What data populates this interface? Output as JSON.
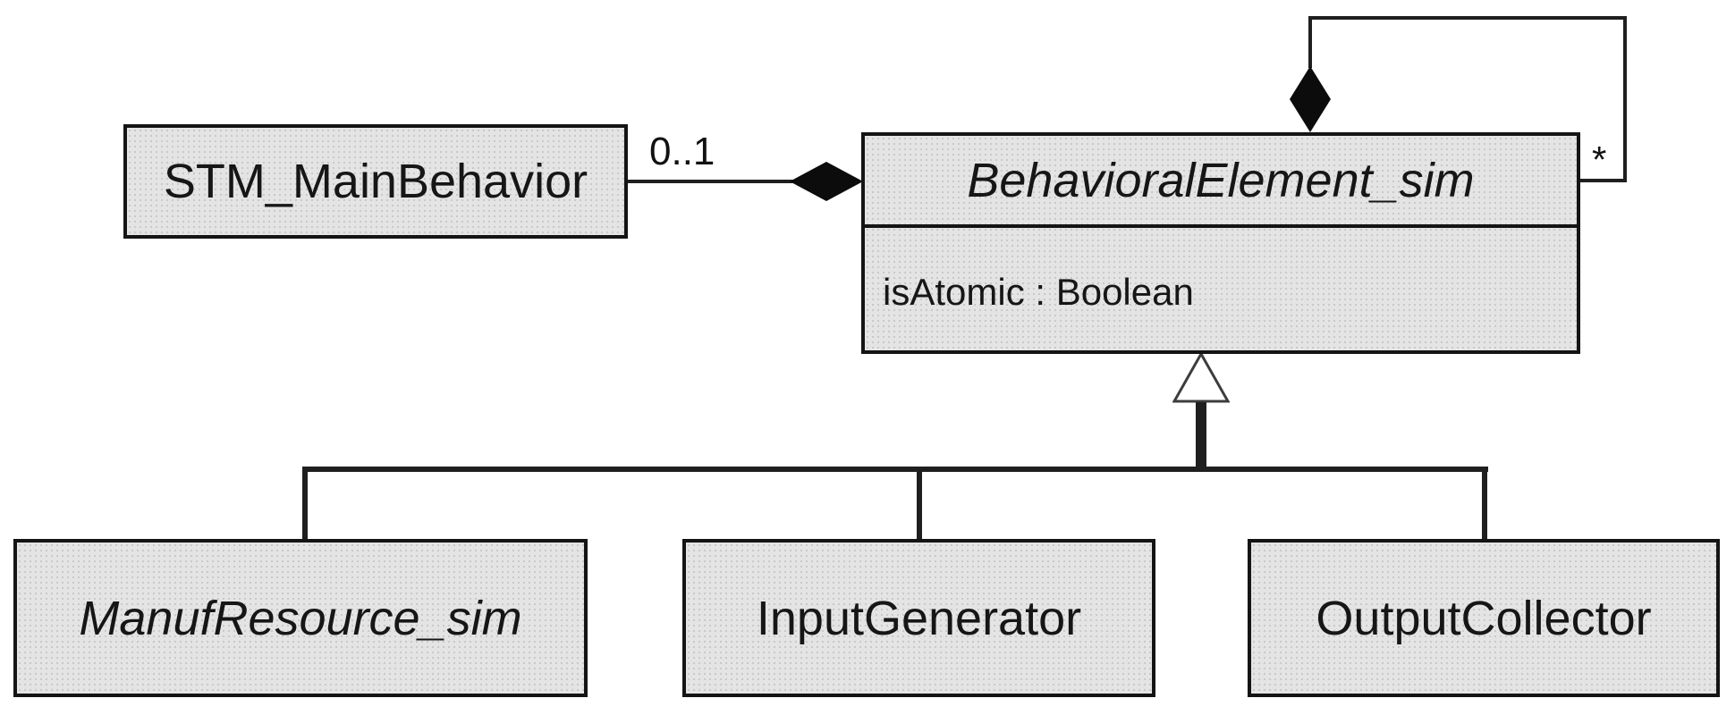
{
  "diagram": {
    "type": "uml-class-diagram",
    "classes": {
      "stm": {
        "name": "STM_MainBehavior",
        "abstract": false
      },
      "behavioral": {
        "name": "BehavioralElement_sim",
        "abstract": true,
        "attribute": "isAtomic : Boolean"
      },
      "manuf": {
        "name": "ManufResource_sim",
        "abstract": true
      },
      "input": {
        "name": "InputGenerator",
        "abstract": false
      },
      "output": {
        "name": "OutputCollector",
        "abstract": false
      }
    },
    "relationships": {
      "main_composition": {
        "type": "composition",
        "from": "STM_MainBehavior",
        "to": "BehavioralElement_sim",
        "multiplicity": "0..1"
      },
      "self_composition": {
        "type": "composition",
        "from": "BehavioralElement_sim",
        "to": "BehavioralElement_sim",
        "multiplicity": "*"
      },
      "generalization": {
        "type": "generalization",
        "parent": "BehavioralElement_sim",
        "children": [
          "ManufResource_sim",
          "InputGenerator",
          "OutputCollector"
        ]
      }
    },
    "colors": {
      "box_fill": "#e4e4e4",
      "box_dot": "#c9c9c9",
      "box_border": "#141414",
      "line": "#1f1f1f",
      "background": "#ffffff"
    }
  }
}
